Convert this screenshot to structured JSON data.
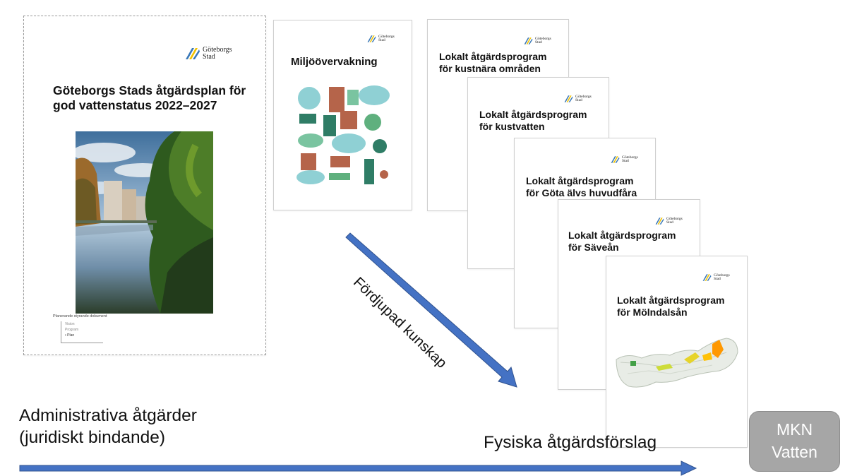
{
  "logo": {
    "name_line1": "Göteborgs",
    "name_line2": "Stad"
  },
  "main_doc": {
    "title_line1": "Göteborgs Stads åtgärdsplan för",
    "title_line2": "god vattenstatus 2022–2027",
    "pending_label": "Planerande styrande dokument",
    "pending_items": [
      "Vision",
      "Program",
      "Plan"
    ]
  },
  "env_doc": {
    "title": "Miljöövervakning"
  },
  "program_docs": [
    {
      "line1": "Lokalt åtgärdsprogram",
      "line2": "för kustnära områden"
    },
    {
      "line1": "Lokalt åtgärdsprogram",
      "line2": "för kustvatten"
    },
    {
      "line1": "Lokalt åtgärdsprogram",
      "line2": "för Göta älvs huvudfåra"
    },
    {
      "line1": "Lokalt åtgärdsprogram",
      "line2": "för Säveån"
    },
    {
      "line1": "Lokalt åtgärdsprogram",
      "line2": "för Mölndalsån"
    }
  ],
  "labels": {
    "admin_line1": "Administrativa åtgärder",
    "admin_line2": "(juridiskt bindande)",
    "physical": "Fysiska åtgärdsförslag",
    "deepened": "Fördjupad kunskap"
  },
  "mkn": {
    "line1": "MKN",
    "line2": "Vatten"
  },
  "colors": {
    "arrow": "#4472c4",
    "arrow_edge": "#2f528f",
    "mkn_box": "#a6a6a6",
    "mkn_text": "#ffffff"
  }
}
